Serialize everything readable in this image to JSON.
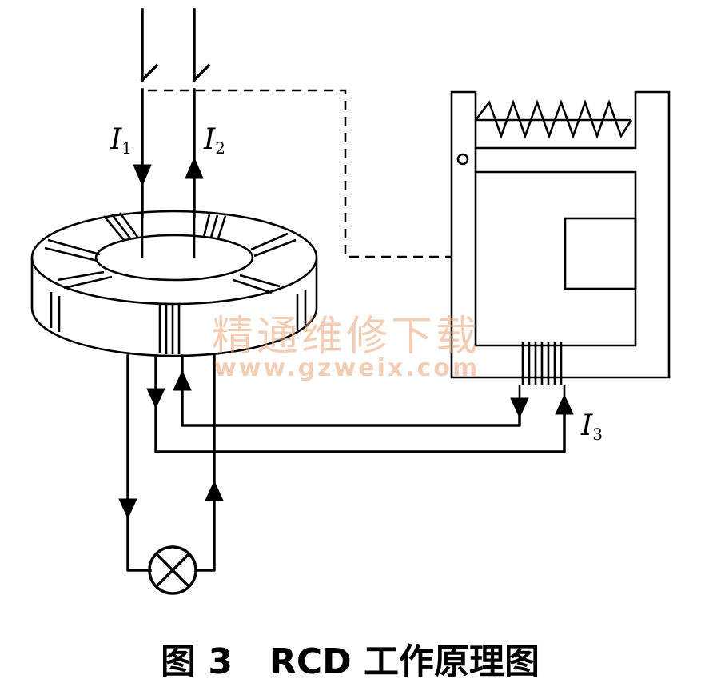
{
  "labels": {
    "i1": {
      "main": "I",
      "sub": "1"
    },
    "i2": {
      "main": "I",
      "sub": "2"
    },
    "i3": {
      "main": "I",
      "sub": "3"
    }
  },
  "caption": "图 3   RCD 工作原理图",
  "watermark": {
    "text": "精通维修下载",
    "url": "www.gzweix.com"
  },
  "colors": {
    "line": "#000000",
    "watermark": "#e8a77e",
    "background": "#ffffff"
  }
}
